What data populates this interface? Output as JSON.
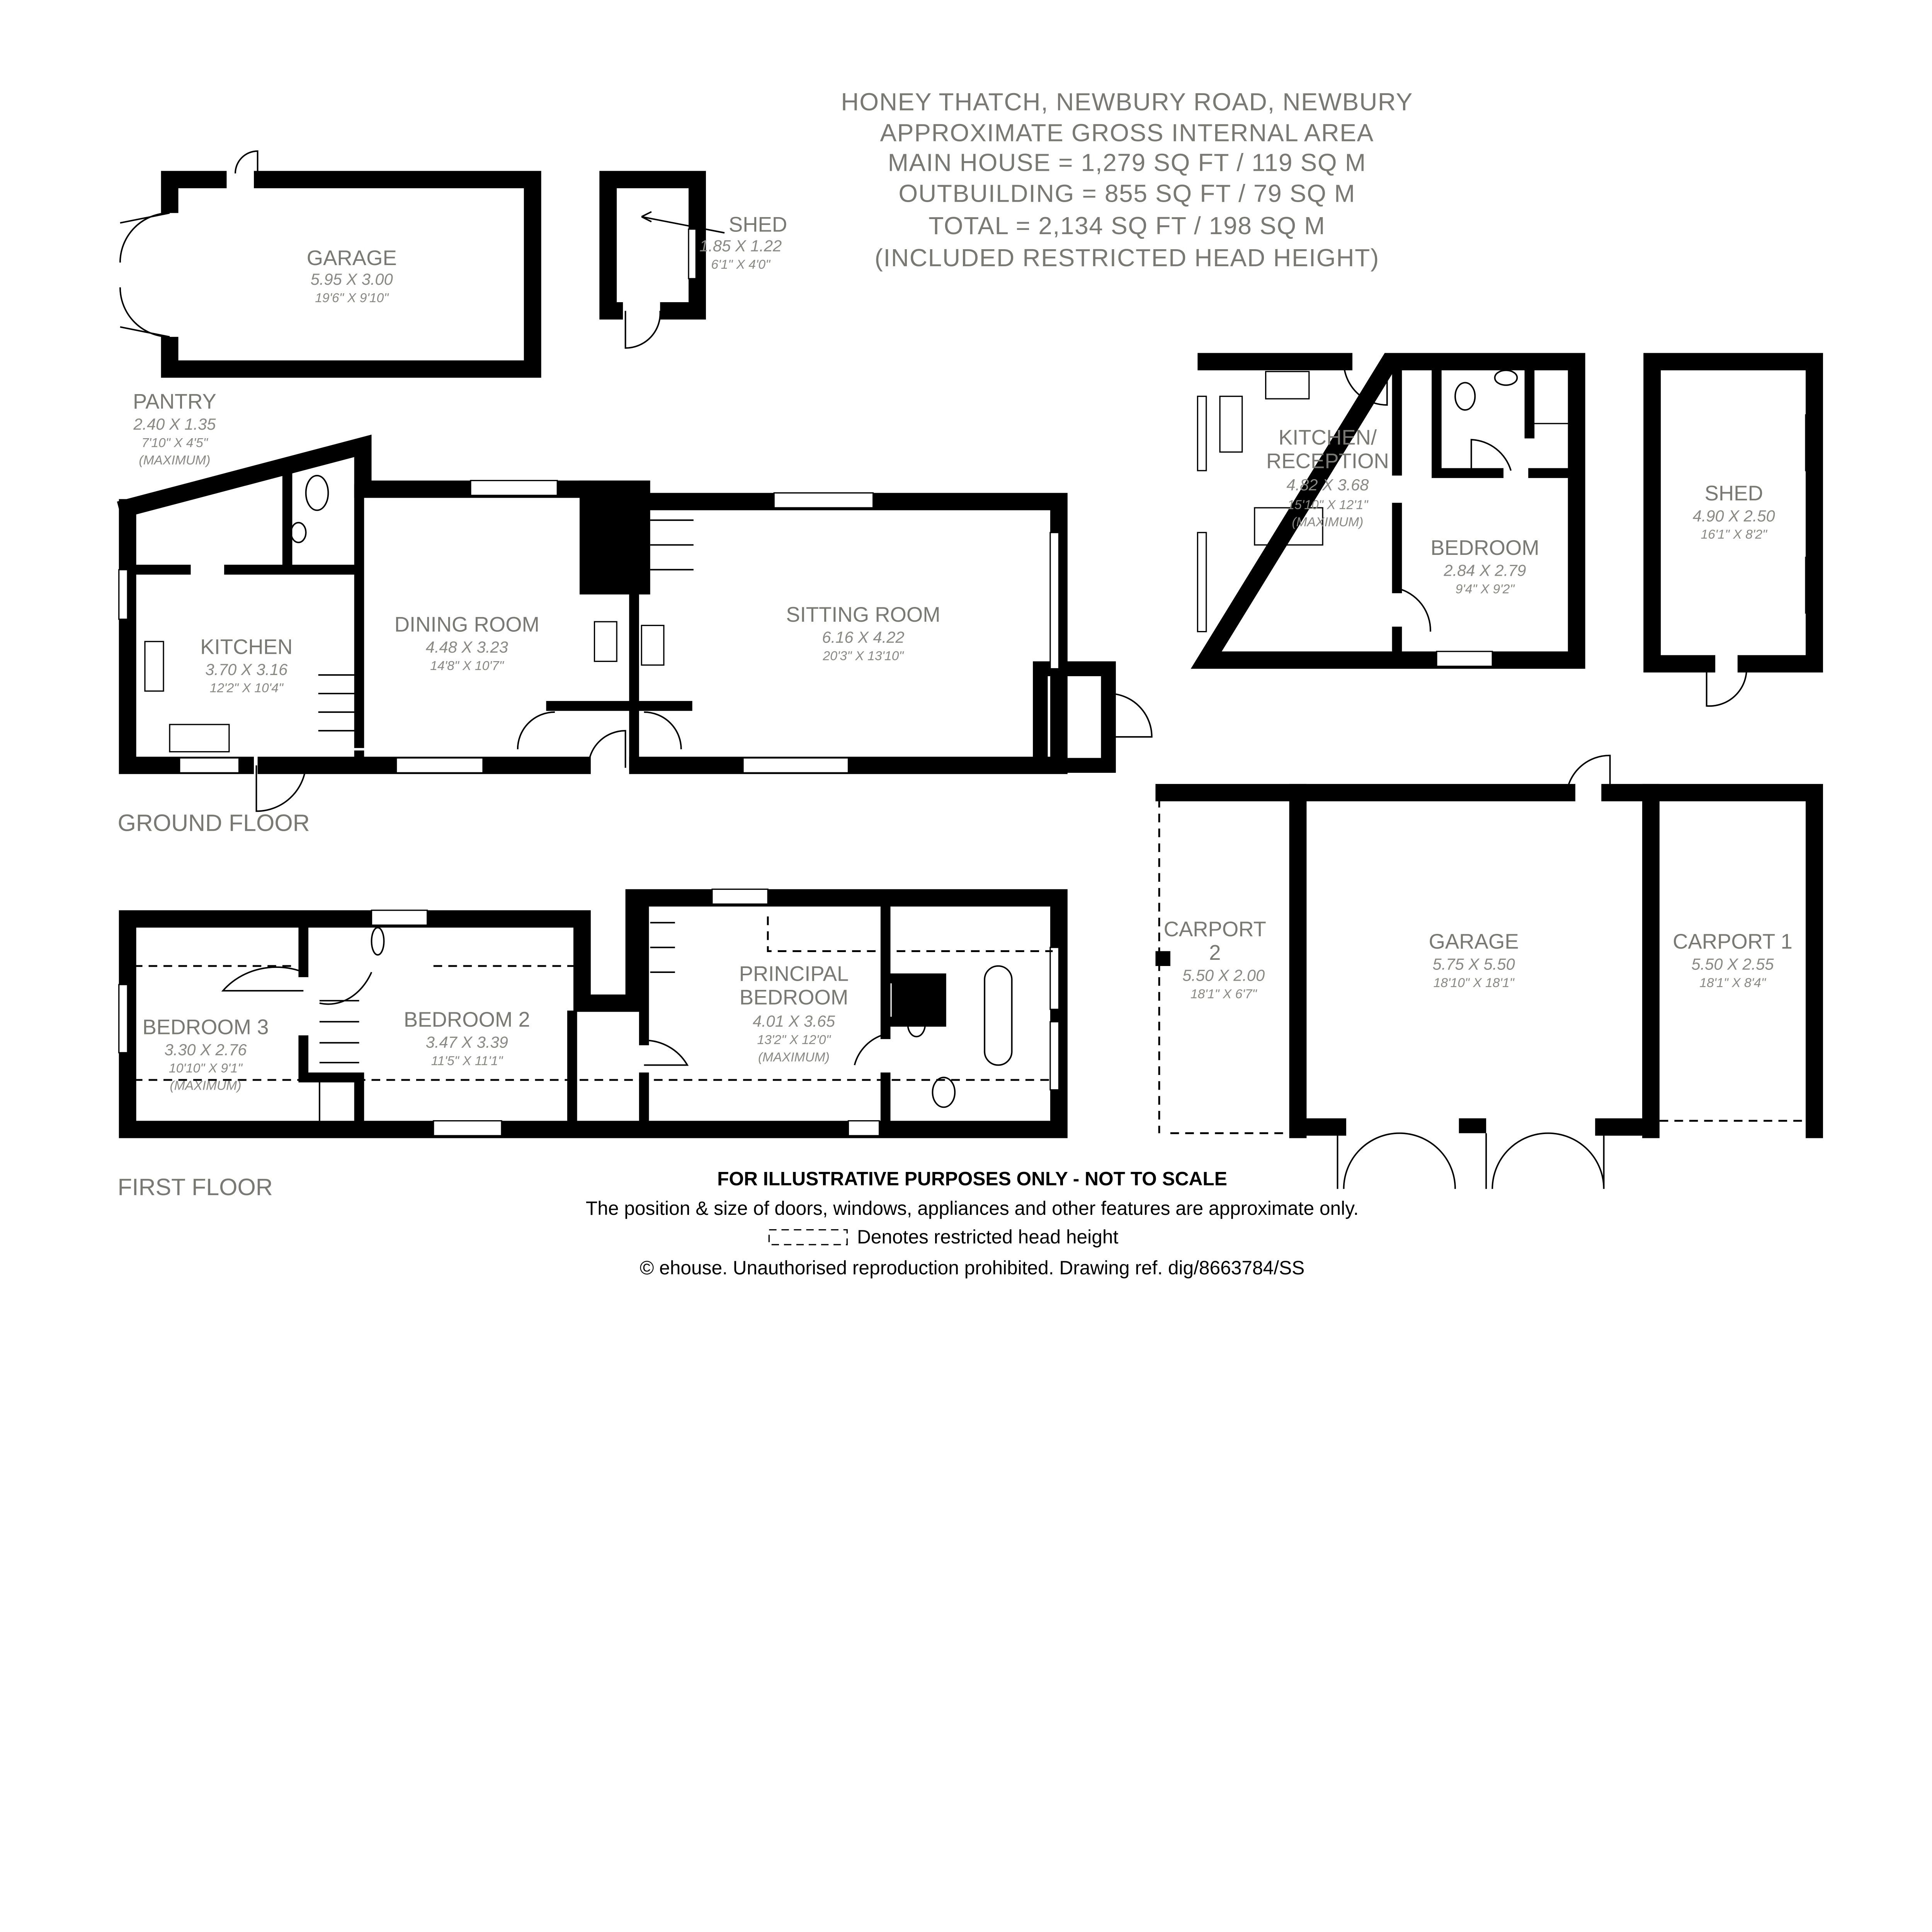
{
  "header": {
    "lines": [
      "HONEY THATCH, NEWBURY ROAD, NEWBURY",
      "APPROXIMATE GROSS INTERNAL AREA",
      "MAIN HOUSE = 1,279 SQ FT / 119 SQ M",
      "OUTBUILDING = 855 SQ FT / 79 SQ M",
      "TOTAL = 2,134 SQ FT / 198 SQ M",
      "(INCLUDED RESTRICTED HEAD HEIGHT)"
    ]
  },
  "floors": {
    "ground": "GROUND FLOOR",
    "first": "FIRST FLOOR"
  },
  "rooms": [
    {
      "name": "GARAGE",
      "metric": "5.95 X 3.00",
      "imperial": "19'6\" X 9'10\""
    },
    {
      "name": "SHED",
      "metric": "1.85 X 1.22",
      "imperial": "6'1\" X 4'0\""
    },
    {
      "name": "PANTRY",
      "metric": "2.40 X 1.35",
      "imperial": "7'10\" X 4'5\"",
      "note": "(MAXIMUM)"
    },
    {
      "name": "KITCHEN",
      "metric": "3.70 X 3.16",
      "imperial": "12'2\" X 10'4\""
    },
    {
      "name": "DINING ROOM",
      "metric": "4.48 X 3.23",
      "imperial": "14'8\" X 10'7\""
    },
    {
      "name": "SITTING ROOM",
      "metric": "6.16 X 4.22",
      "imperial": "20'3\" X 13'10\""
    },
    {
      "name": "KITCHEN/",
      "name2": "RECEPTION",
      "metric": "4.82 X 3.68",
      "imperial": "15'10\" X 12'1\"",
      "note": "(MAXIMUM)"
    },
    {
      "name": "BEDROOM",
      "metric": "2.84 X 2.79",
      "imperial": "9'4\" X 9'2\""
    },
    {
      "name": "SHED",
      "metric": "4.90 X 2.50",
      "imperial": "16'1\" X 8'2\""
    },
    {
      "name": "CARPORT",
      "name2": "2",
      "metric": "5.50 X 2.00",
      "imperial": "18'1\" X 6'7\""
    },
    {
      "name": "GARAGE",
      "metric": "5.75 X 5.50",
      "imperial": "18'10\" X 18'1\""
    },
    {
      "name": "CARPORT 1",
      "metric": "5.50 X 2.55",
      "imperial": "18'1\" X 8'4\""
    },
    {
      "name": "BEDROOM 3",
      "metric": "3.30 X 2.76",
      "imperial": "10'10\" X 9'1\"",
      "note": "(MAXIMUM)"
    },
    {
      "name": "BEDROOM 2",
      "metric": "3.47 X 3.39",
      "imperial": "11'5\" X 11'1\""
    },
    {
      "name": "PRINCIPAL",
      "name2": "BEDROOM",
      "metric": "4.01 X 3.65",
      "imperial": "13'2\" X 12'0\"",
      "note": "(MAXIMUM)"
    }
  ],
  "footer": {
    "disclaimer": "FOR ILLUSTRATIVE PURPOSES ONLY - NOT TO SCALE",
    "approx": "The position & size of doors, windows, appliances and other features are approximate only.",
    "legend": "Denotes restricted head height",
    "copyright": "© ehouse. Unauthorised reproduction prohibited. Drawing ref. dig/8663784/SS"
  },
  "colors": {
    "label_grey": "#7a7872",
    "walls": "#000000"
  }
}
